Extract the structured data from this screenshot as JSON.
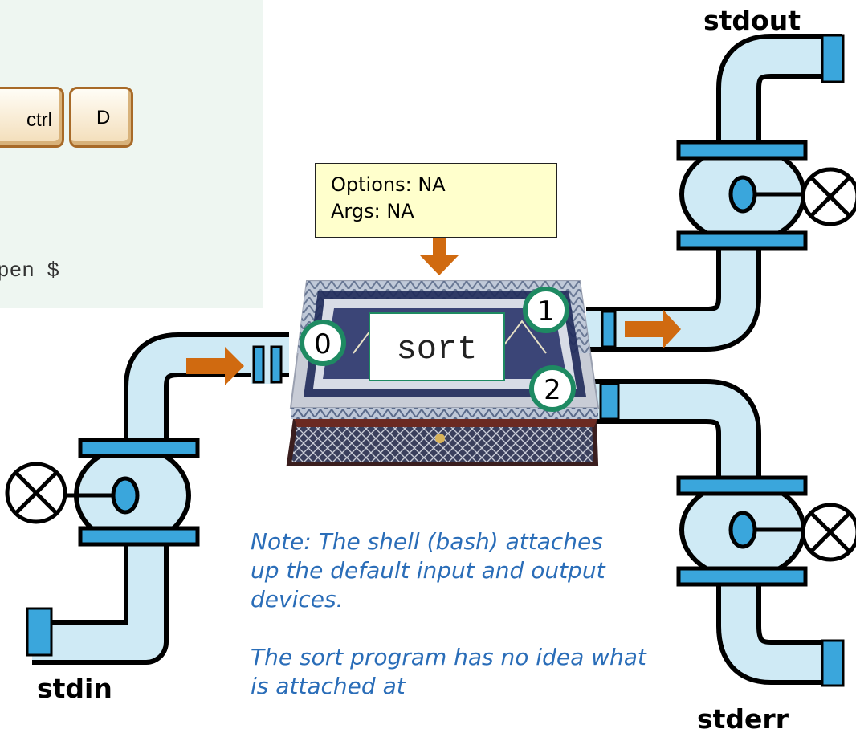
{
  "terminal": {
    "keys": [
      "ctrl",
      "D"
    ],
    "prompt_text": "pen $"
  },
  "options_box": {
    "options_line": "Options: NA",
    "args_line": "Args: NA"
  },
  "program": {
    "name": "sort",
    "fd_in": "0",
    "fd_out": "1",
    "fd_err": "2"
  },
  "streams": {
    "stdin": "stdin",
    "stdout": "stdout",
    "stderr": "stderr"
  },
  "note": {
    "paragraph1": "Note:  The shell (bash) attaches up the default input and output devices.",
    "paragraph2": "The sort program has no idea what is attached at"
  },
  "colors": {
    "pipe_fill": "#cfeaf5",
    "pipe_stroke": "#000000",
    "flange": "#3aa6dc",
    "arrow": "#d06a10",
    "fd_circle_stroke": "#1e8a62",
    "note_text": "#2a6db8",
    "panel_bg": "#eef6f1",
    "options_bg": "#ffffcc"
  },
  "icons": [
    "keyboard-key",
    "pipe",
    "valve",
    "flow-arrow",
    "ornate-box"
  ]
}
